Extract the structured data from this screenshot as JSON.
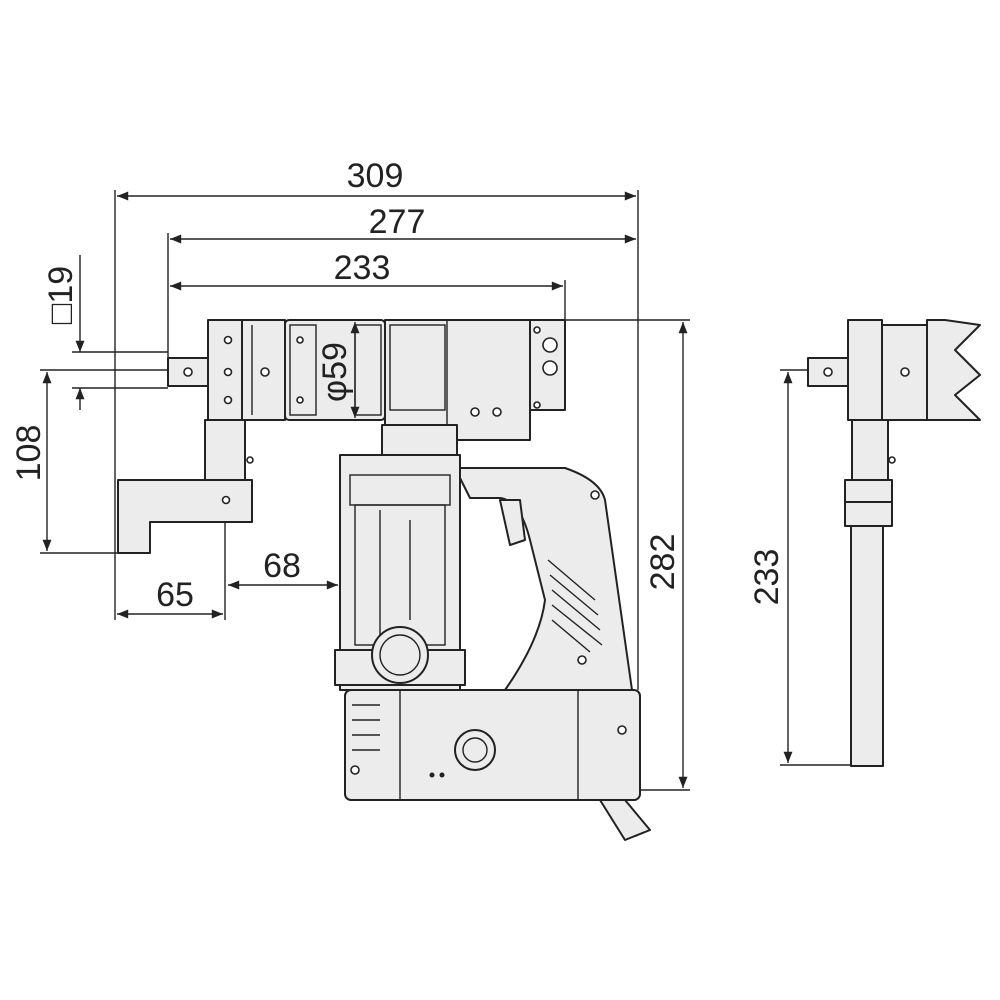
{
  "title": "Shear wrench dimension drawing",
  "dimensions": {
    "overall_length": "309",
    "length_to_drive": "277",
    "length_233_top": "233",
    "square_drive": "□19",
    "socket_height": "108",
    "motor_diameter": "φ59",
    "offset_68": "68",
    "offset_65": "65",
    "overall_height": "282",
    "side_view_height": "233"
  },
  "colors": {
    "fill": "#ececec",
    "line": "#222222"
  }
}
